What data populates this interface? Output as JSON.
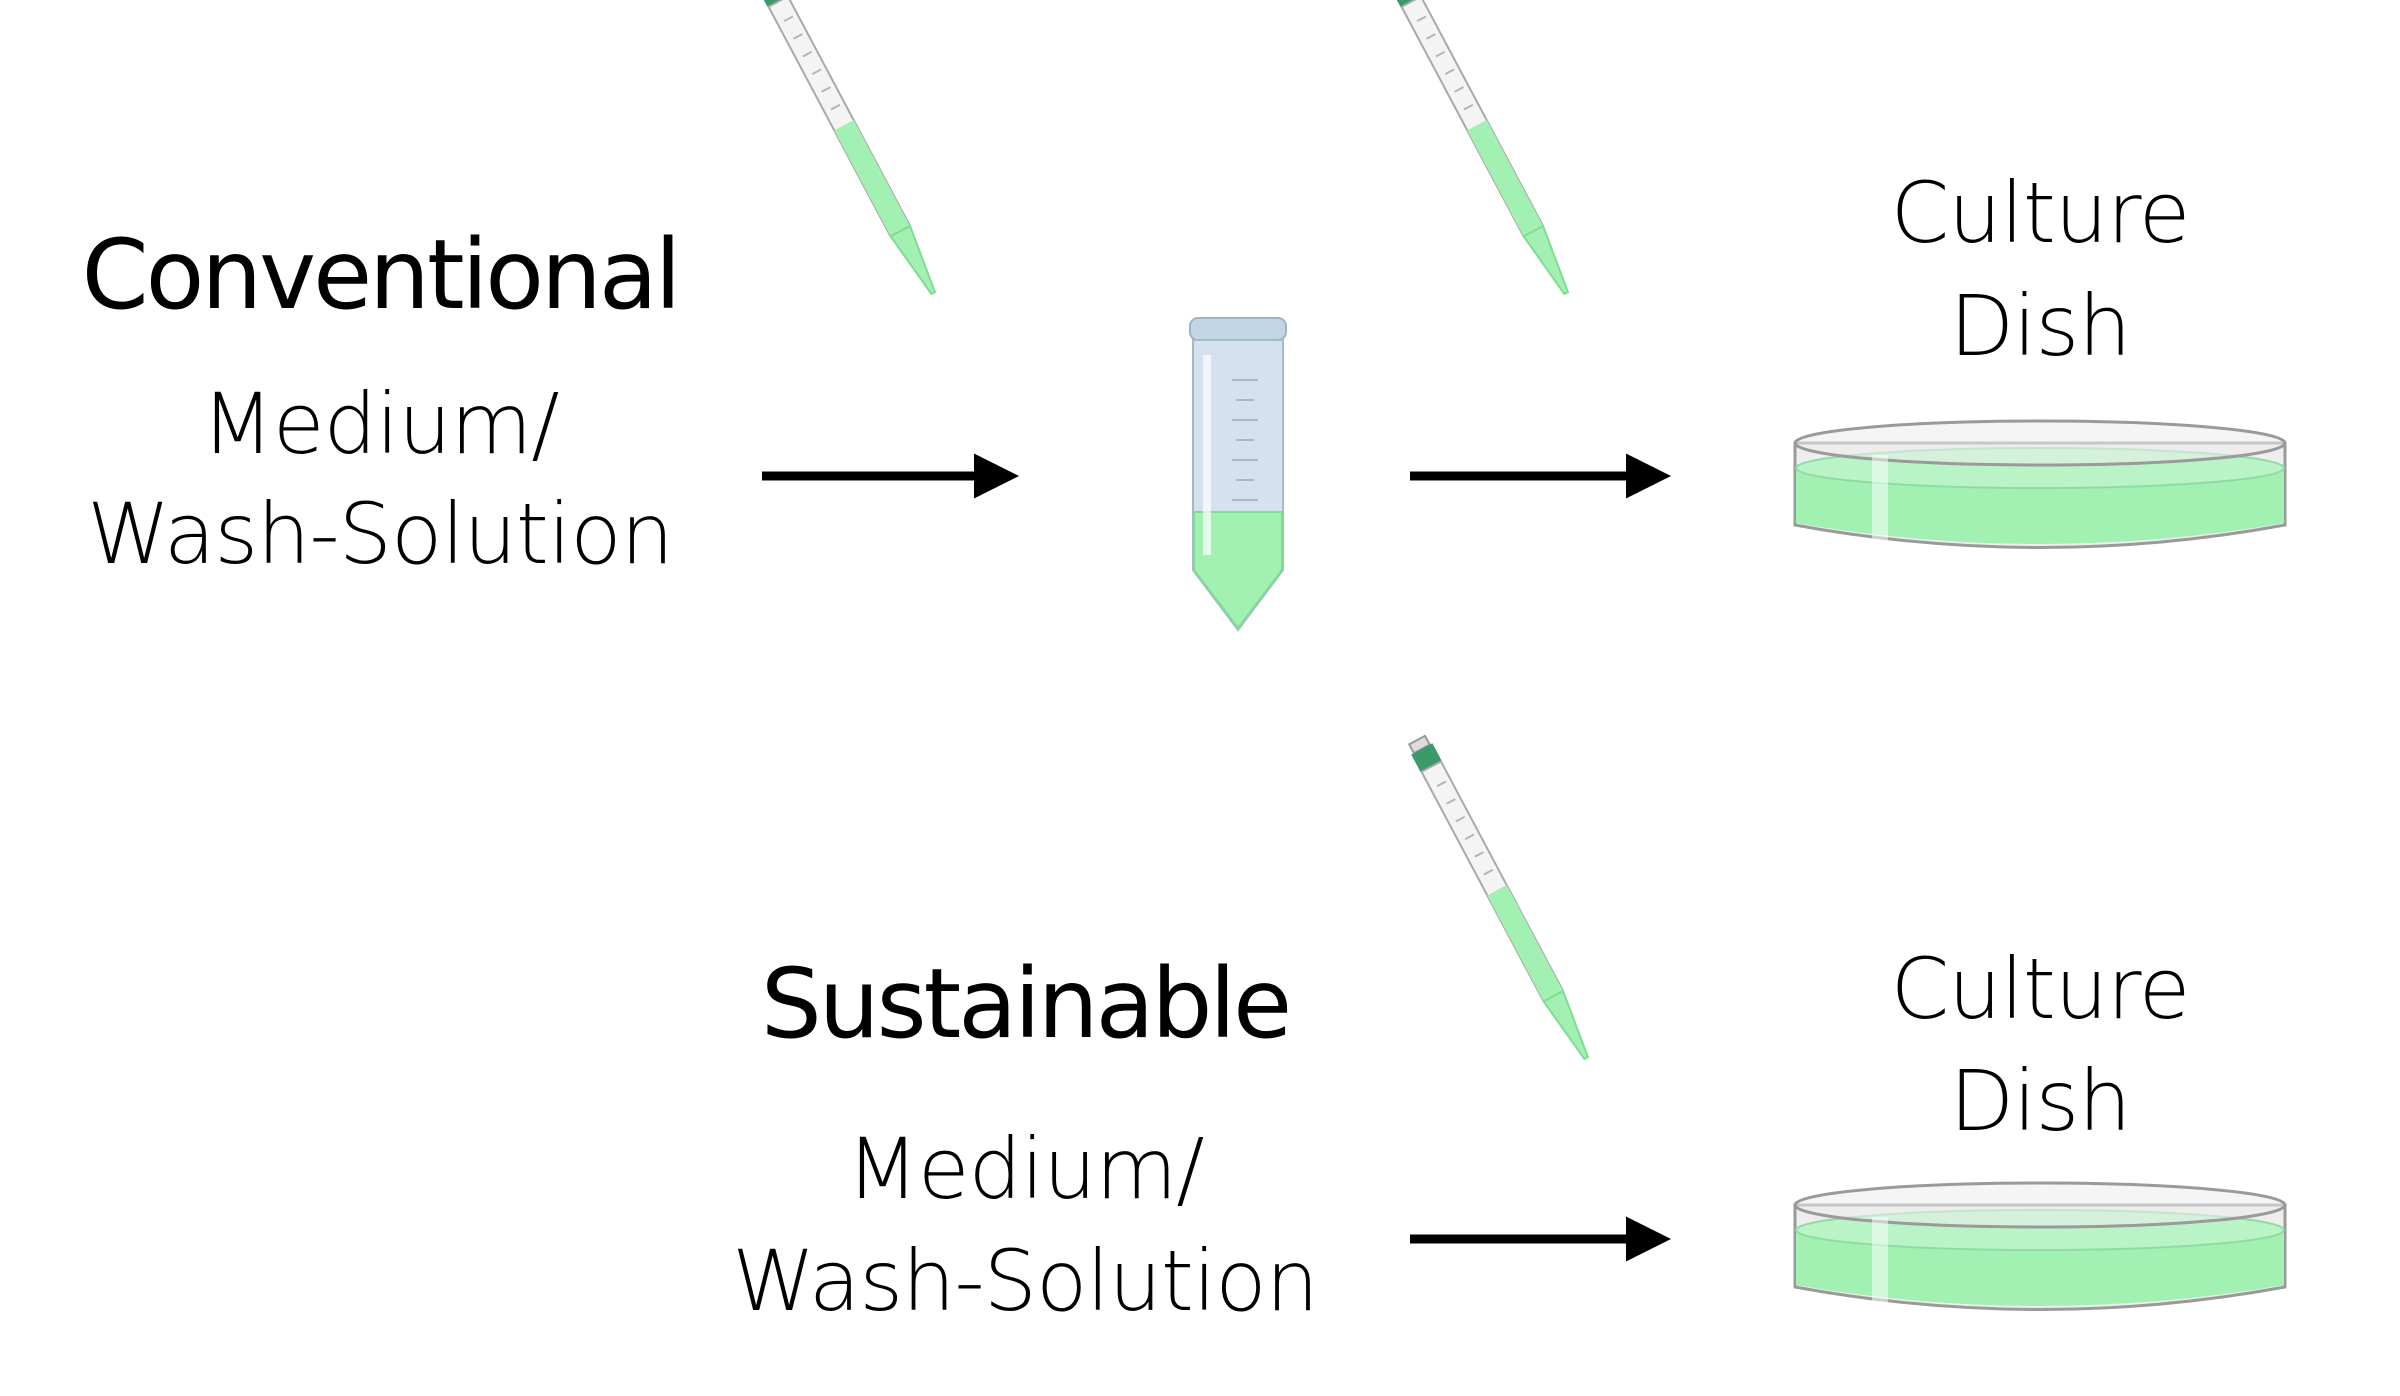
{
  "colors": {
    "liquid": "#a3f0b3",
    "liquid_edge": "#7fdc95",
    "pipette_tip_band": "#3a9a6a",
    "glass": "#e6e6e6",
    "glass_edge": "#9a9a9a",
    "tube_body": "#d3e2ee",
    "tube_cap": "#c3d6e6",
    "arrow": "#000000"
  },
  "conventional": {
    "heading": "Conventional",
    "label_line1": "Medium/",
    "label_line2": "Wash-Solution",
    "dish_line1": "Culture",
    "dish_line2": "Dish"
  },
  "sustainable": {
    "heading": "Sustainable",
    "label_line1": "Medium/",
    "label_line2": "Wash-Solution",
    "dish_line1": "Culture",
    "dish_line2": "Dish"
  },
  "icons": [
    "pipette-icon",
    "centrifuge-tube-icon",
    "culture-dish-icon",
    "arrow-right-icon"
  ]
}
